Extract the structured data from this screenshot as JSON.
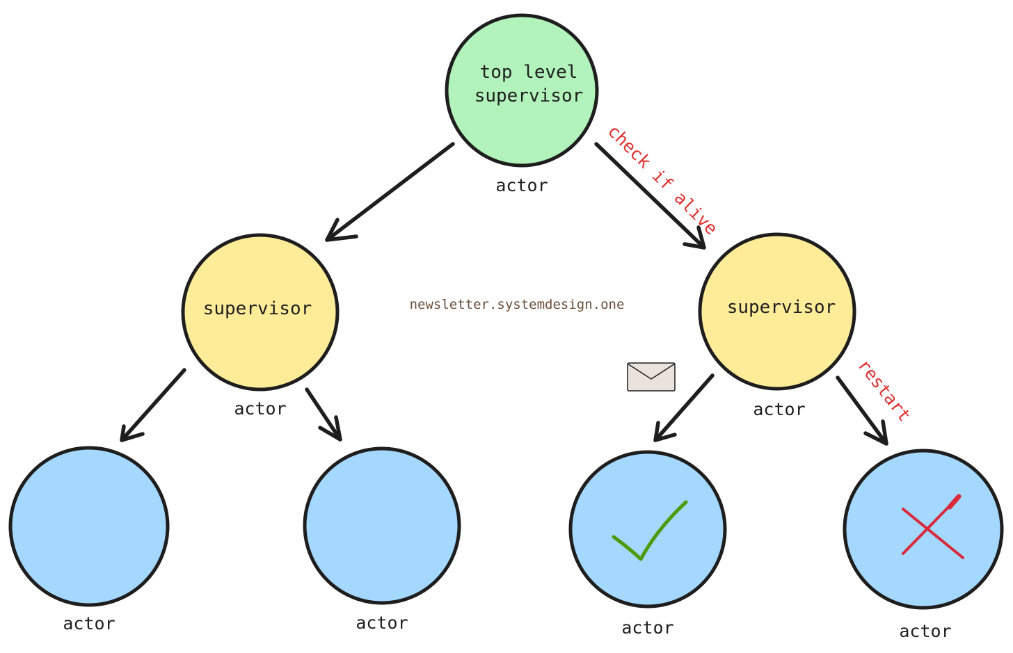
{
  "colors": {
    "top": "#b2f2bb",
    "supervisor": "#ffec99",
    "worker": "#a5d8ff",
    "annotation": "#e03131",
    "check": "#4e9a06",
    "cross": "#d9283a",
    "envelope": "#eae2dc"
  },
  "top_node": {
    "line1": "top level",
    "line2": "supervisor",
    "caption": "actor"
  },
  "left_supervisor": {
    "label": "supervisor",
    "caption": "actor"
  },
  "right_supervisor": {
    "label": "supervisor",
    "caption": "actor"
  },
  "workers": [
    {
      "caption": "actor",
      "status": "none"
    },
    {
      "caption": "actor",
      "status": "none"
    },
    {
      "caption": "actor",
      "status": "check-icon"
    },
    {
      "caption": "actor",
      "status": "cross-icon"
    }
  ],
  "annotations": {
    "check_alive": "check if alive",
    "restart": "restart"
  },
  "watermark": "newsletter.systemdesign.one",
  "message_icon": "envelope-icon"
}
